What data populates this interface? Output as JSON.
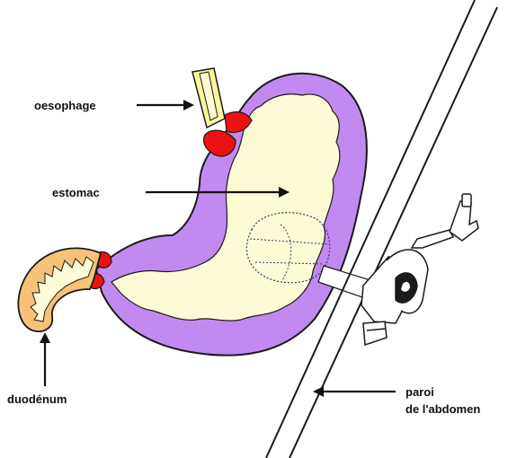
{
  "labels": {
    "oesophagus": "oesophage",
    "stomach": "estomac",
    "duodenum": "duodénum",
    "wall_line1": "paroi",
    "wall_line2": "de l'abdomen"
  },
  "colors": {
    "stomach_wall": "#c18af0",
    "stomach_inner": "#fdfbd6",
    "sphincter": "#ee1111",
    "sphincter_orange": "#f39b1a",
    "oesophagus": "#fbf79c",
    "duodenum": "#f5c277",
    "outline": "#1a1a1a",
    "device": "#ffffff"
  }
}
